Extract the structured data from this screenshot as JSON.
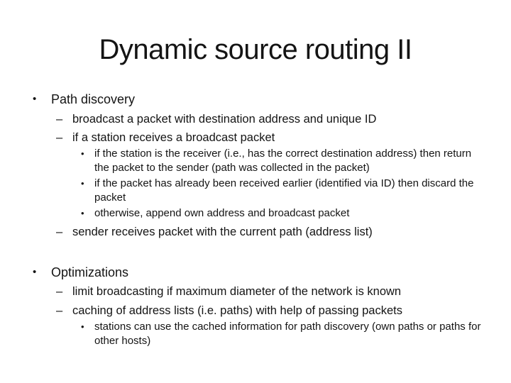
{
  "slide": {
    "title": "Dynamic source routing II",
    "background_color": "#ffffff",
    "text_color": "#141414",
    "bullets": [
      {
        "level": 1,
        "marker": "•",
        "text": "Path discovery"
      },
      {
        "level": 2,
        "marker": "–",
        "text": "broadcast a packet with destination address and unique ID"
      },
      {
        "level": 2,
        "marker": "–",
        "text": "if a station receives a broadcast packet"
      },
      {
        "level": 3,
        "marker": "•",
        "text": "if the station is the receiver (i.e., has the correct destination address) then return the packet to the sender (path was collected in the packet)"
      },
      {
        "level": 3,
        "marker": "•",
        "text": "if the packet has already been received earlier (identified via ID) then discard the packet"
      },
      {
        "level": 3,
        "marker": "•",
        "text": "otherwise, append own address and broadcast packet"
      },
      {
        "level": 2,
        "marker": "–",
        "text": "sender receives packet with the current path (address list)"
      },
      {
        "level": 1,
        "marker": "•",
        "text": "Optimizations"
      },
      {
        "level": 2,
        "marker": "–",
        "text": "limit broadcasting if maximum diameter of the network is known"
      },
      {
        "level": 2,
        "marker": "–",
        "text": "caching of address lists (i.e. paths) with help of passing packets"
      },
      {
        "level": 3,
        "marker": "•",
        "text": "stations can use the cached information for path discovery (own paths or paths for other hosts)"
      }
    ]
  }
}
